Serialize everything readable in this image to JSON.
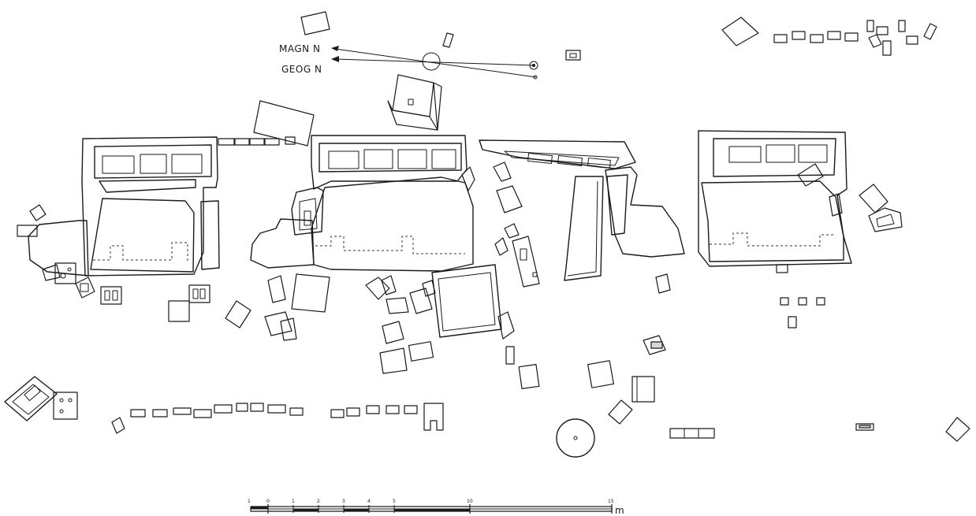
{
  "north_arrow": {
    "magnetic_label": "MAGN N",
    "geographic_label": "GEOG N"
  },
  "scale_bar": {
    "unit": "m",
    "tick_labels": [
      "1",
      "0",
      "1",
      "2",
      "3",
      "4",
      "5",
      "10",
      "15"
    ]
  }
}
